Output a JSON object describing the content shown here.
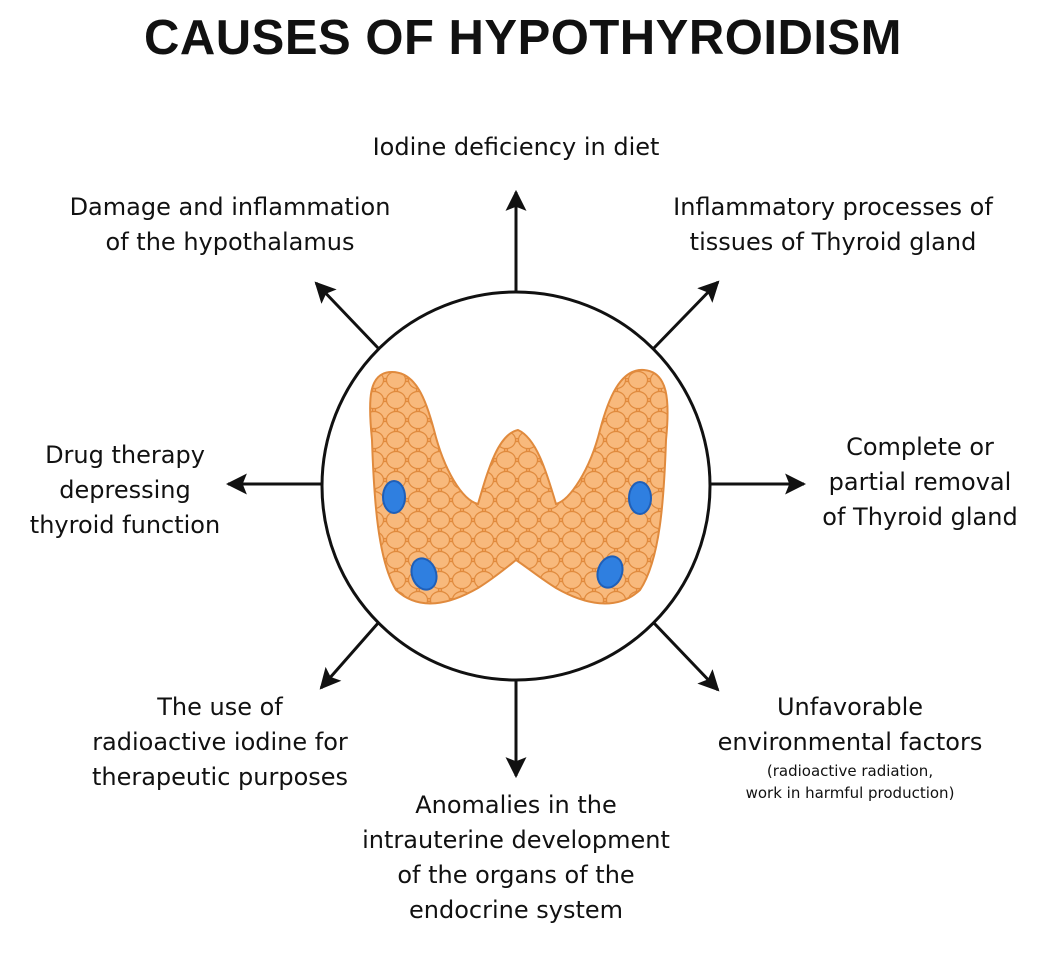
{
  "title": "CAUSES OF HYPOTHYROIDISM",
  "colors": {
    "gland_fill": "#f5a55e",
    "gland_cell": "#f7b577",
    "gland_outline": "#e08a3d",
    "nodule": "#2f7fe0",
    "arrow": "#111111",
    "circle": "#111111"
  },
  "center_illustration": "thyroid-gland",
  "causes": {
    "top": {
      "lines": [
        "Iodine deficiency in diet"
      ]
    },
    "top_left": {
      "lines": [
        "Damage and inflammation",
        "of the hypothalamus"
      ]
    },
    "top_right": {
      "lines": [
        "Inflammatory processes of",
        "tissues of Thyroid gland"
      ]
    },
    "left": {
      "lines": [
        "Drug therapy",
        "depressing",
        "thyroid function"
      ]
    },
    "right": {
      "lines": [
        "Complete or",
        "partial removal",
        "of  Thyroid gland"
      ]
    },
    "bottom_left": {
      "lines": [
        "The use of",
        "radioactive iodine for",
        "therapeutic purposes"
      ]
    },
    "bottom": {
      "lines": [
        "Anomalies in the",
        "intrauterine development",
        "of the organs of the",
        "endocrine system"
      ]
    },
    "bottom_right": {
      "lines": [
        "Unfavorable",
        "environmental factors"
      ],
      "notes": [
        "(radioactive radiation,",
        "work in harmful production)"
      ]
    }
  }
}
